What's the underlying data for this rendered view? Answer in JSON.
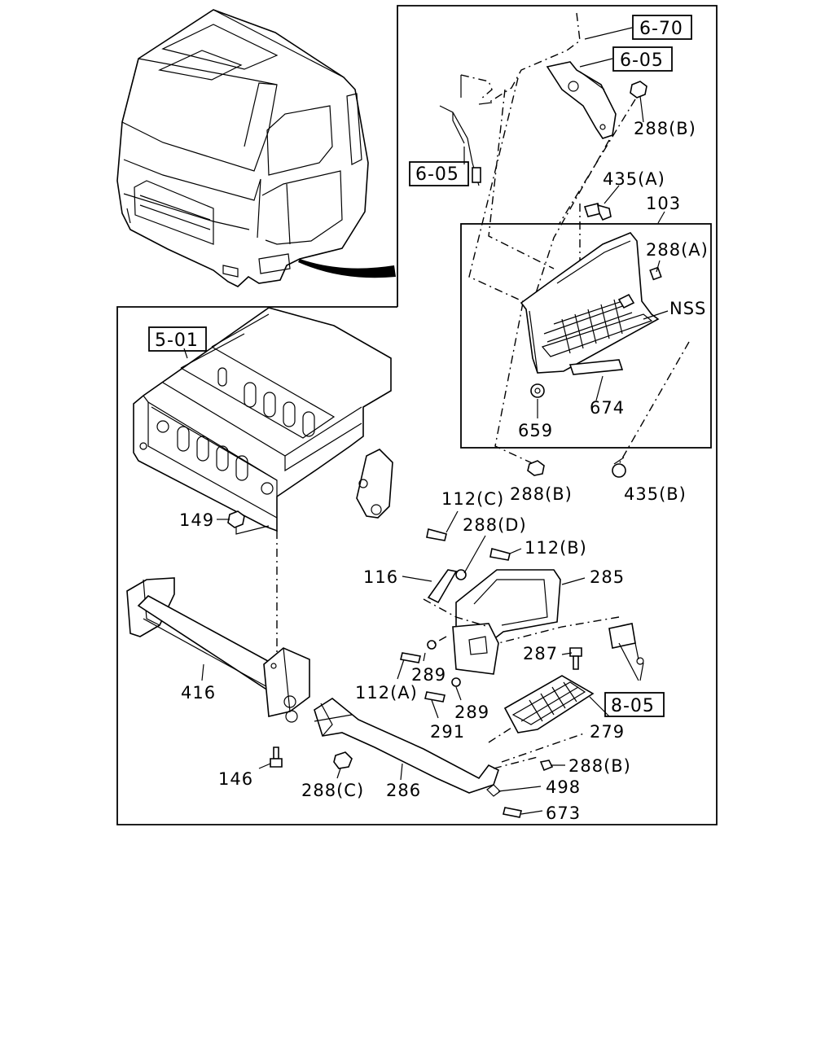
{
  "callouts": {
    "c1": "6-70",
    "c2": "6-05",
    "c3": "288(B)",
    "c4": "6-05",
    "c5": "435(A)",
    "c6": "103",
    "c7": "288(A)",
    "c8": "NSS",
    "c9": "659",
    "c10": "674",
    "c11": "288(B)",
    "c12": "435(B)",
    "c13": "5-01",
    "c14": "149",
    "c15": "112(C)",
    "c16": "288(D)",
    "c17": "112(B)",
    "c18": "116",
    "c19": "285",
    "c20": "287",
    "c21": "289",
    "c22": "112(A)",
    "c23": "289",
    "c24": "291",
    "c25": "8-05",
    "c26": "279",
    "c27": "416",
    "c28": "146",
    "c29": "288(C)",
    "c30": "286",
    "c31": "288(B)",
    "c32": "498",
    "c33": "673"
  }
}
